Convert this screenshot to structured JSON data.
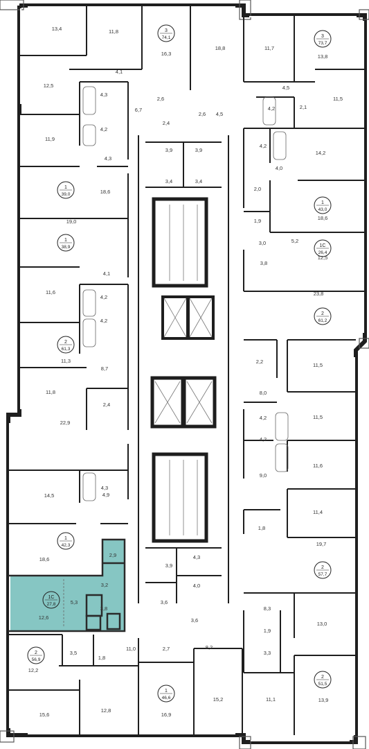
{
  "colors": {
    "wall": "#1e1e1e",
    "thin_wall": "#555555",
    "highlight": "#86c6c3",
    "highlight_wall": "#2a2a2a",
    "background": "#ffffff"
  },
  "apartments": [
    {
      "id": "apt-nw-3",
      "rooms": "3",
      "area": "74,1"
    },
    {
      "id": "apt-ne-3",
      "rooms": "3",
      "area": "73,7"
    },
    {
      "id": "apt-w-1a",
      "rooms": "1",
      "area": "39,0"
    },
    {
      "id": "apt-e-1a",
      "rooms": "1",
      "area": "43,0"
    },
    {
      "id": "apt-w-1b",
      "rooms": "1",
      "area": "38,9"
    },
    {
      "id": "apt-e-1c",
      "rooms": "1С",
      "area": "26,4"
    },
    {
      "id": "apt-e-2a",
      "rooms": "2",
      "area": "61,2"
    },
    {
      "id": "apt-w-2a",
      "rooms": "2",
      "area": "61,3"
    },
    {
      "id": "apt-w-1c",
      "rooms": "1",
      "area": "42,3"
    },
    {
      "id": "apt-e-2b",
      "rooms": "2",
      "area": "57,7"
    },
    {
      "id": "apt-sw-1c",
      "rooms": "1С",
      "area": "27,8"
    },
    {
      "id": "apt-sw-2",
      "rooms": "2",
      "area": "56,9"
    },
    {
      "id": "apt-se-2",
      "rooms": "2",
      "area": "51,5"
    },
    {
      "id": "apt-s-1",
      "rooms": "1",
      "area": "46,6"
    }
  ],
  "room_labels": [
    "13,4",
    "11,8",
    "16,3",
    "18,8",
    "11,7",
    "13,8",
    "4,1",
    "12,5",
    "4,3",
    "6,7",
    "2,6",
    "2,6",
    "2,4",
    "4,5",
    "4,5",
    "4,2",
    "2,1",
    "11,5",
    "4,2",
    "11,9",
    "4,3",
    "3,9",
    "3,9",
    "4,2",
    "14,2",
    "4,0",
    "18,6",
    "3,4",
    "3,4",
    "2,0",
    "18,6",
    "1,9",
    "19,0",
    "3,0",
    "5,2",
    "12,5",
    "3,8",
    "4,1",
    "11,6",
    "4,2",
    "23,8",
    "4,2",
    "11,3",
    "8,7",
    "2,2",
    "11,8",
    "11,5",
    "8,0",
    "2,4",
    "22,9",
    "4,2",
    "11,5",
    "4,2",
    "11,6",
    "4,3",
    "14,5",
    "9,0",
    "4,9",
    "11,4",
    "1,8",
    "18,6",
    "2,9",
    "4,3",
    "3,9",
    "19,7",
    "3,2",
    "4,0",
    "5,3",
    "3,8",
    "12,6",
    "3,6",
    "8,3",
    "3,6",
    "1,9",
    "13,0",
    "11,0",
    "2,7",
    "8,2",
    "3,5",
    "1,8",
    "3,3",
    "12,2",
    "15,6",
    "12,8",
    "16,9",
    "15,2",
    "11,1",
    "13,9"
  ]
}
